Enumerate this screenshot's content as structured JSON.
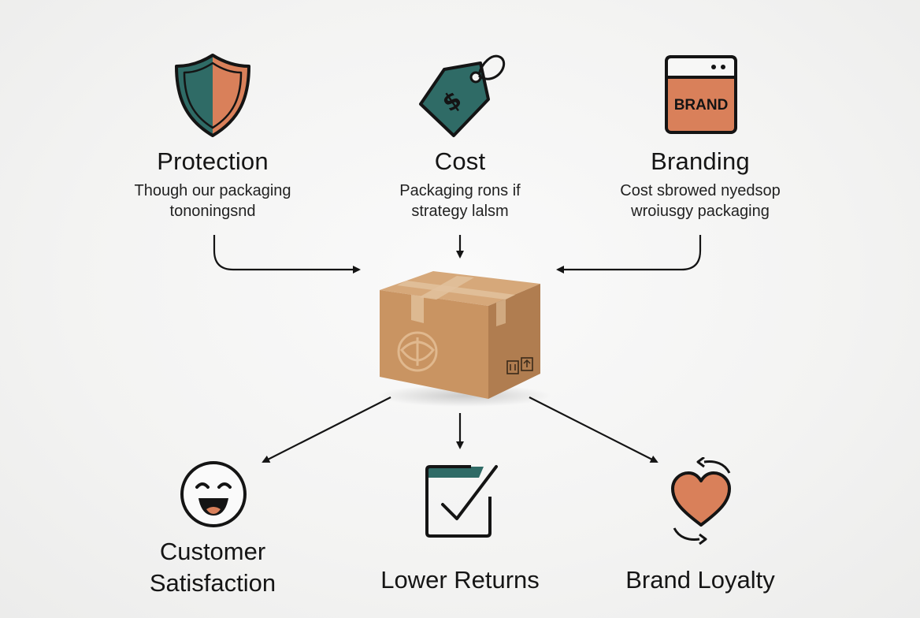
{
  "inputs": [
    {
      "title": "Protection",
      "desc_line1": "Though our packaging",
      "desc_line2": "tononingsnd",
      "icon": "shield-icon"
    },
    {
      "title": "Cost",
      "desc_line1": "Packaging rons if",
      "desc_line2": "strategy lalsm",
      "icon": "price-tag-icon"
    },
    {
      "title": "Branding",
      "desc_line1": "Cost sbrowed nyedsop",
      "desc_line2": "wroiusgy packaging",
      "icon": "brand-window-icon",
      "icon_text": "BRAND"
    }
  ],
  "center": {
    "icon": "cardboard-box-icon"
  },
  "outputs": [
    {
      "title_line1": "Customer",
      "title_line2": "Satisfaction",
      "icon": "smiley-face-icon"
    },
    {
      "title_line1": "Lower Returns",
      "icon": "checkmark-box-icon"
    },
    {
      "title_line1": "Brand Loyalty",
      "icon": "heart-cycle-icon"
    }
  ],
  "colors": {
    "teal": "#2f6b66",
    "orange": "#d9805a",
    "box": "#c99462",
    "ink": "#141414"
  }
}
